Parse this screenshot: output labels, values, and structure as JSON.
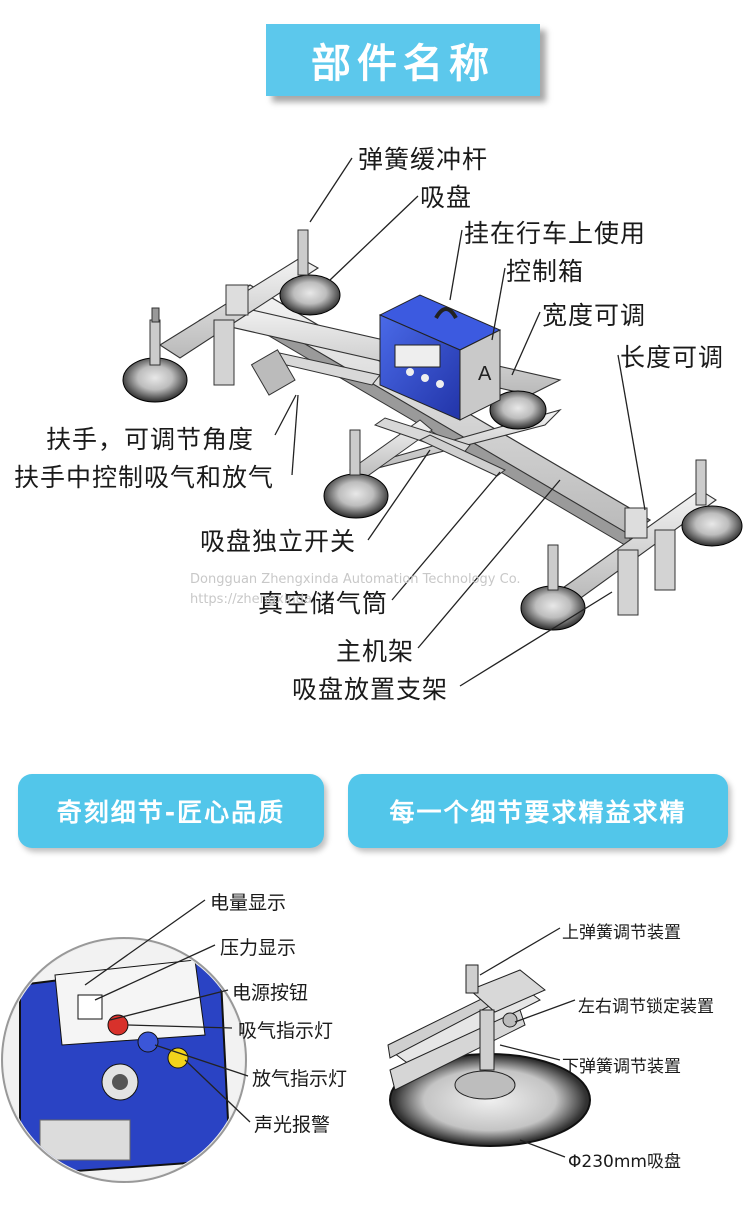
{
  "header": {
    "title": "部件名称"
  },
  "main_diagram": {
    "labels": {
      "spring_rod": "弹簧缓冲杆",
      "suction_cup": "吸盘",
      "crane_hang": "挂在行车上使用",
      "control_box": "控制箱",
      "width_adjust": "宽度可调",
      "length_adjust": "长度可调",
      "handle_angle": "扶手，可调节角度",
      "handle_control": "扶手中控制吸气和放气",
      "cup_switch": "吸盘独立开关",
      "vacuum_tank": "真空储气筒",
      "main_frame": "主机架",
      "cup_rack": "吸盘放置支架"
    },
    "watermark": {
      "company": "Dongguan Zhengxinda Automation Technology Co.",
      "url": "https://zhengxinda"
    }
  },
  "sections": {
    "left_banner": "奇刻细节-匠心品质",
    "right_banner": "每一个细节要求精益求精"
  },
  "control_panel": {
    "labels": {
      "battery": "电量显示",
      "pressure": "压力显示",
      "power_button": "电源按钮",
      "suction_light": "吸气指示灯",
      "release_light": "放气指示灯",
      "alarm": "声光报警"
    }
  },
  "cup_detail": {
    "labels": {
      "upper_spring": "上弹簧调节装置",
      "lr_lock": "左右调节锁定装置",
      "lower_spring": "下弹簧调节装置",
      "cup_size": "Φ230mm吸盘"
    }
  },
  "colors": {
    "banner": "#5cc8ec",
    "box_blue": "#2f4fc9",
    "frame": "#dcdcdc"
  }
}
